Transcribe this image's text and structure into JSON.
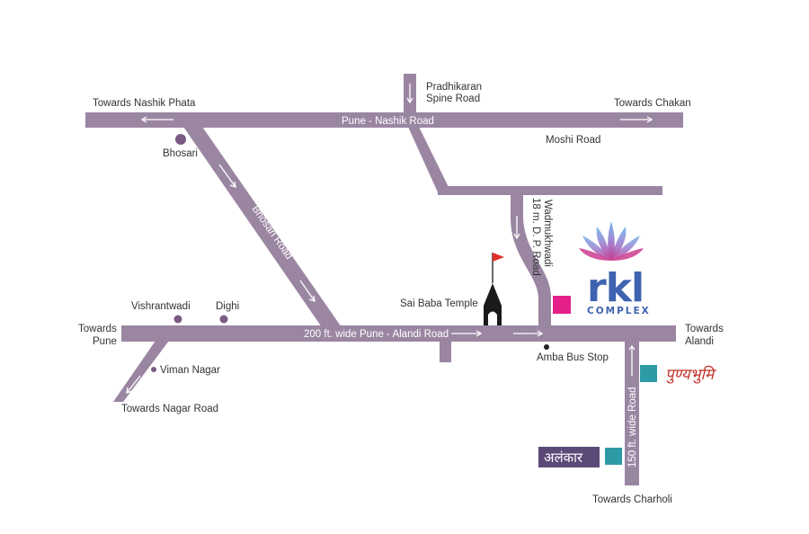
{
  "colors": {
    "road": "#9b86a2",
    "road_text": "#ffffff",
    "label": "#333333",
    "dot": "#7a5a82",
    "site_marker": "#e6208a",
    "teal_marker": "#2e9aa6",
    "brand": "#3f63b0",
    "temple": "#1a1a1a",
    "flag": "#e0302a",
    "punyabhumi": "#c0322a",
    "alankar_bg": "#5b4a78"
  },
  "roads": {
    "pune_nashik": "Pune - Nashik Road",
    "alandi": "200 ft. wide Pune - Alandi Road",
    "bhosari": "Bhosari Road",
    "dp_road": "18 m. D. P. Road",
    "wadmukhwadi": "Wadmukhwadi",
    "charholi": "150 ft. wide Road",
    "moshi": "Moshi Road",
    "spine_1": "Pradhikaran",
    "spine_2": "Spine Road"
  },
  "directions": {
    "nashik_phata": "Towards Nashik Phata",
    "chakan": "Towards Chakan",
    "pune_1": "Towards",
    "pune_2": "Pune",
    "alandi_1": "Towards",
    "alandi_2": "Alandi",
    "nagar_road": "Towards Nagar Road",
    "charholi": "Towards Charholi"
  },
  "places": {
    "bhosari": "Bhosari",
    "vishrantwadi": "Vishrantwadi",
    "dighi": "Dighi",
    "viman_nagar": "Viman Nagar",
    "sai_baba_temple": "Sai Baba Temple",
    "amba_bus_stop": "Amba Bus Stop"
  },
  "brand": {
    "name": "rkl",
    "subtitle": "COMPLEX"
  },
  "nearby": {
    "punyabhumi": "पुण्यभुमि",
    "alankar": "अलंकार"
  },
  "icons": [
    "arrow-icon",
    "location-dot-icon",
    "temple-icon",
    "flag-icon",
    "lotus-logo-icon",
    "site-marker-icon"
  ]
}
